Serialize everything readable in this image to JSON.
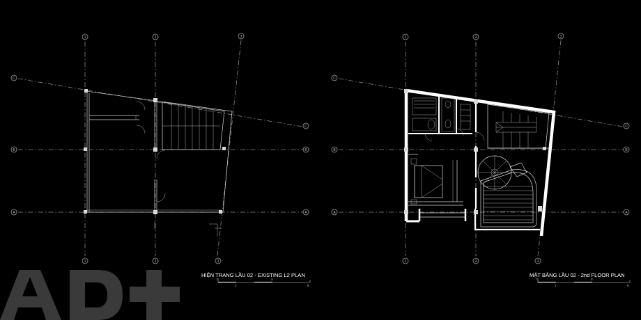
{
  "left_plan": {
    "caption": "HIỆN TRẠNG LẦU 02 - EXISTING L2 PLAN",
    "scale_labels": [
      "0",
      "1",
      "3",
      "5"
    ]
  },
  "right_plan": {
    "caption": "MẶT BẰNG LẦU 02 - 2nd FLOOR PLAN",
    "scale_labels": [
      "0",
      "1",
      "3",
      "5"
    ]
  },
  "grid_labels": {
    "columns": [
      "1",
      "2",
      "3"
    ],
    "rows": [
      "C",
      "B",
      "A"
    ]
  },
  "logo": {
    "text": "AD+"
  },
  "colors": {
    "background": "#000000",
    "lines": "#ffffff",
    "grid": "#8a8a8a",
    "logo": "#3a3a3a"
  }
}
